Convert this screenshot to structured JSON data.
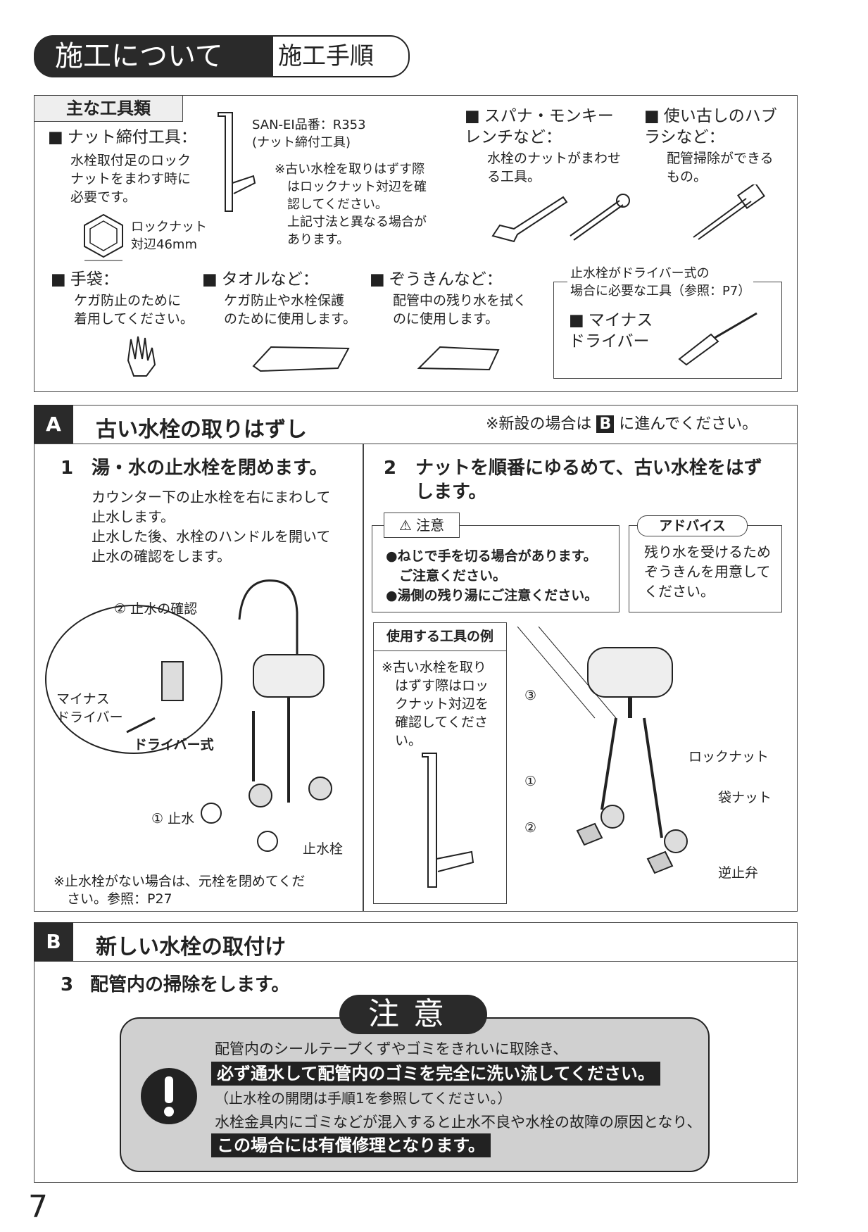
{
  "header": {
    "title_main": "施工について",
    "title_sub": "施工手順"
  },
  "tools": {
    "heading": "主な工具類",
    "nut_tool": {
      "title": "ナット締付工具：",
      "desc": "水栓取付足のロック\nナットをまわす時に\n必要です。",
      "locknut_label": "ロックナット\n対辺46mm",
      "part_no": "SAN-EI品番：R353\n(ナット締付工具)",
      "note": "※古い水栓を取りはずす際\n　はロックナット対辺を確\n　認してください。\n　上記寸法と異なる場合が\n　あります。"
    },
    "spanner": {
      "title": "スパナ・モンキー\nレンチなど：",
      "desc": "水栓のナットがまわせ\nる工具。"
    },
    "brush": {
      "title": "使い古しのハブ\nラシなど：",
      "desc": "配管掃除ができる\nもの。"
    },
    "gloves": {
      "title": "手袋：",
      "desc": "ケガ防止のために\n着用してください。"
    },
    "towel": {
      "title": "タオルなど：",
      "desc": "ケガ防止や水栓保護\nのために使用します。"
    },
    "rag": {
      "title": "ぞうきんなど：",
      "desc": "配管中の残り水を拭く\nのに使用します。"
    },
    "driver_box": {
      "legend": "止水栓がドライバー式の\n場合に必要な工具（参照：P7）",
      "title": "マイナス\nドライバー"
    }
  },
  "sectionA": {
    "letter": "A",
    "title": "古い水栓の取りはずし",
    "note_prefix": "※新設の場合は",
    "note_letter": "B",
    "note_suffix": "に進んでください。",
    "step1": {
      "num": "1",
      "title": "湯・水の止水栓を閉めます。",
      "desc": "カウンター下の止水栓を右にまわして\n止水します。\n止水した後、水栓のハンドルを開いて\n止水の確認をします。",
      "labels": {
        "check": "② 止水の確認",
        "minus_driver": "マイナス\nドライバー",
        "driver_type": "ドライバー式",
        "stop": "① 止水",
        "stopcock": "止水栓"
      },
      "footnote": "※止水栓がない場合は、元栓を閉めてくだ\n　さい。参照：P27"
    },
    "step2": {
      "num": "2",
      "title": "ナットを順番にゆるめて、古い水栓をはず\nします。",
      "caution_title": "注意",
      "caution_text": "●ねじで手を切る場合があります。\n　ご注意ください。\n●湯側の残り湯にご注意ください。",
      "advice_title": "アドバイス",
      "advice_text": "残り水を受けるため\nぞうきんを用意して\nください。",
      "tool_example_title": "使用する工具の例",
      "tool_example_note": "※古い水栓を取り\n　はずす際はロッ\n　クナット対辺を\n　確認してくださ\n　い。",
      "labels": {
        "n3": "③",
        "n1": "①",
        "n2": "②",
        "locknut": "ロックナット",
        "bagnut": "袋ナット",
        "checkvalve": "逆止弁"
      }
    }
  },
  "sectionB": {
    "letter": "B",
    "title": "新しい水栓の取付け",
    "step3": {
      "num": "3",
      "title": "配管内の掃除をします。"
    },
    "caution": {
      "tag": "注意",
      "line1": "配管内のシールテープくずやゴミをきれいに取除き、",
      "line2": "必ず通水して配管内のゴミを完全に洗い流してください。",
      "line3": "（止水栓の開閉は手順1を参照してください。）",
      "line4": "水栓金具内にゴミなどが混入すると止水不良や水栓の故障の原因となり、",
      "line5": "この場合には有償修理となります。"
    }
  },
  "page_number": "7"
}
